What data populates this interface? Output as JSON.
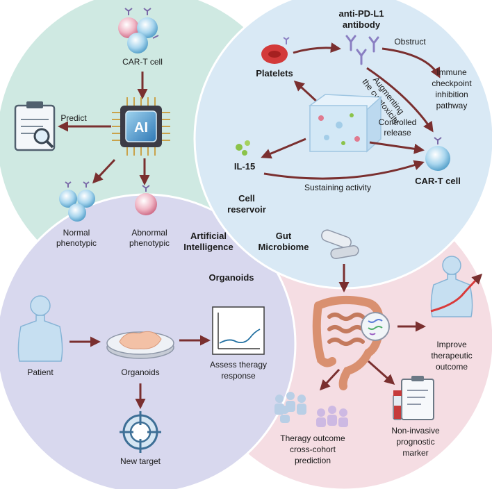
{
  "colors": {
    "circle_ai": "#cfe9e2",
    "circle_reservoir": "#d9e9f5",
    "circle_organoids": "#d8d8ee",
    "circle_microbiome": "#f5dde3",
    "arrow": "#7a2f2f",
    "circle_stroke": "#ffffff"
  },
  "ai": {
    "title_line1": "Artificial",
    "title_line2": "Intelligence",
    "cart_label": "CAR-T cell",
    "chip_label": "AI",
    "predict_label": "Predict",
    "normal_line1": "Normal",
    "normal_line2": "phenotypic",
    "abnormal_line1": "Abnormal",
    "abnormal_line2": "phenotypic"
  },
  "reservoir": {
    "title_line1": "Cell",
    "title_line2": "reservoir",
    "antibody_line1": "anti-PD-L1",
    "antibody_line2": "antibody",
    "obstruct": "Obstruct",
    "checkpoint_line1": "Immune",
    "checkpoint_line2": "checkpoint",
    "checkpoint_line3": "inhibition",
    "checkpoint_line4": "pathway",
    "platelets": "Platelets",
    "augment_line1": "Augmenting",
    "augment_line2": "the cytotoxicity",
    "controlled_line1": "Controlled",
    "controlled_line2": "release",
    "il15": "IL-15",
    "sustaining": "Sustaining activity",
    "cart_label": "CAR-T cell"
  },
  "organoids": {
    "title": "Organoids",
    "patient": "Patient",
    "organoids_label": "Organoids",
    "assess_line1": "Assess theragy",
    "assess_line2": "response",
    "new_target": "New target"
  },
  "microbiome": {
    "title_line1": "Gut",
    "title_line2": "Microbiome",
    "improve_line1": "Improve",
    "improve_line2": "therapeutic",
    "improve_line3": "outcome",
    "marker_line1": "Non-invasive",
    "marker_line2": "prognostic",
    "marker_line3": "marker",
    "theragy_line1": "Theragy outcome",
    "theragy_line2": "cross-cohort",
    "theragy_line3": "prediction"
  }
}
